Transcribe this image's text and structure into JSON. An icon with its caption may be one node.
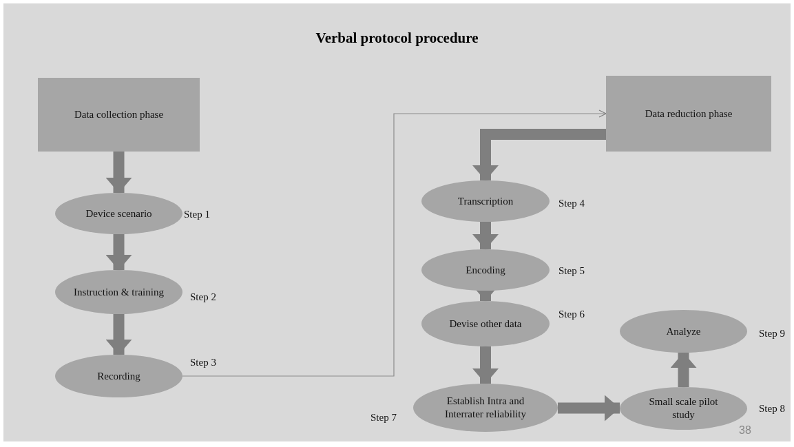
{
  "diagram": {
    "title": "Verbal protocol procedure",
    "nodes": [
      {
        "text": [
          "Data collection phase"
        ]
      },
      {
        "text": [
          "Device scenario"
        ],
        "beside": [
          "Step 1"
        ]
      },
      {
        "text": [
          "Instruction & training"
        ],
        "beside": [
          "Step 2"
        ]
      },
      {
        "text": [
          "Recording"
        ],
        "beside": [
          "Step 3"
        ]
      },
      {
        "text": [
          "Data reduction phase"
        ]
      },
      {
        "text": [
          "Transcription"
        ],
        "beside": [
          "Step 4"
        ]
      },
      {
        "text": [
          "Encoding"
        ],
        "beside": [
          "Step 5"
        ]
      },
      {
        "text": [
          "Devise other data"
        ],
        "beside": [
          "Step 6"
        ]
      },
      {
        "text": [
          "Establish Intra and Interrater reliability"
        ],
        "beside": [
          "Step 7"
        ]
      },
      {
        "text": [
          "Analyze"
        ],
        "beside": [
          "Step 9"
        ]
      },
      {
        "text": [
          "Small scale pilot study"
        ],
        "beside": [
          "Step 8"
        ]
      }
    ],
    "edges": [
      {
        "from": 0,
        "to": 1,
        "arrow": "to"
      },
      {
        "from": 1,
        "to": 2,
        "arrow": "to"
      },
      {
        "from": 2,
        "to": 3,
        "arrow": "to"
      },
      {
        "from": 3,
        "to": 4,
        "arrow": "to",
        "color": "#8c8c8c"
      },
      {
        "from": 4,
        "to": 5,
        "arrow": "to"
      },
      {
        "from": 5,
        "to": 6,
        "arrow": "to"
      },
      {
        "from": 6,
        "to": 7,
        "arrow": "to"
      },
      {
        "from": 7,
        "to": 8,
        "arrow": "to"
      },
      {
        "from": 8,
        "to": 10,
        "arrow": "to"
      },
      {
        "from": 10,
        "to": 9,
        "arrow": "to"
      }
    ],
    "labels": [
      "38"
    ]
  }
}
